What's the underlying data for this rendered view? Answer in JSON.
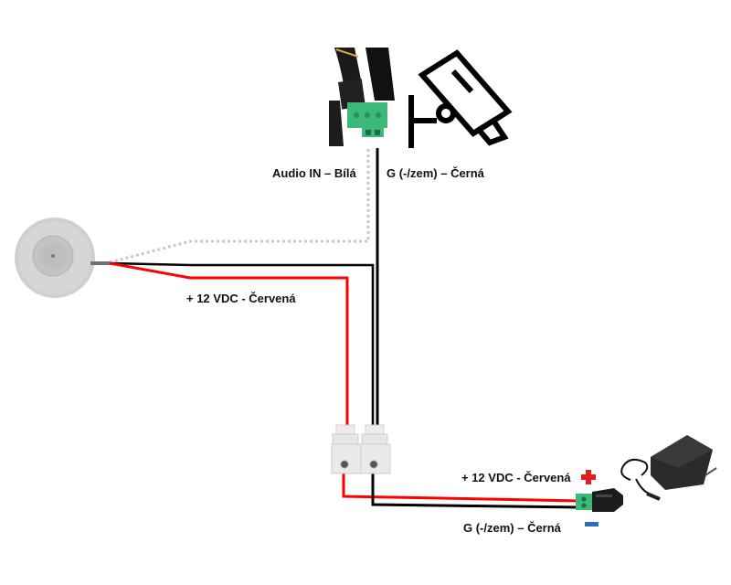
{
  "diagram": {
    "title": "Microphone to camera wiring",
    "components": {
      "microphone": {
        "name": "Ceiling microphone"
      },
      "camera_connector": {
        "name": "Camera audio/power terminal connector"
      },
      "camera_icon": {
        "name": "CCTV camera"
      },
      "terminal_block": {
        "name": "Screw terminal block"
      },
      "dc_jack": {
        "name": "DC jack terminal adapter"
      },
      "power_adapter": {
        "name": "12V power adapter"
      }
    },
    "labels": {
      "audio_in": "Audio IN – Bílá",
      "ground_top": "G (-/zem) – Černá",
      "vdc_mid": "+ 12 VDC - Červená",
      "vdc_bottom": "+ 12 VDC - Červená",
      "ground_bottom": "G (-/zem) – Černá"
    },
    "symbols": {
      "plus": "+",
      "minus": "−"
    },
    "wires": [
      {
        "name": "audio-in-wire",
        "color_name": "Bílá",
        "color": "#c8c8c8",
        "style": "dotted"
      },
      {
        "name": "ground-wire",
        "color_name": "Černá",
        "color": "#000000",
        "style": "solid"
      },
      {
        "name": "power-wire",
        "color_name": "Červená",
        "color": "#ff0000",
        "style": "solid"
      }
    ],
    "colors": {
      "red": "#ff0000",
      "black": "#000000",
      "white_wire": "#c8c8c8",
      "plus_symbol": "#e02020",
      "minus_symbol": "#2a6fc0",
      "connector_green": "#3cb878"
    }
  }
}
